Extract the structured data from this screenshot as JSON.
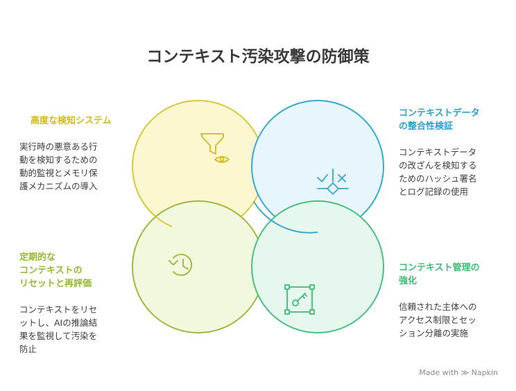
{
  "title": "コンテキスト汚染攻撃の防御策",
  "colors": {
    "yellow_stroke": "#d9c93a",
    "yellow_fill": "#fcf6d1",
    "blue_stroke": "#35a8d6",
    "blue_fill": "#e7f6fd",
    "lime_stroke": "#9abb3c",
    "lime_fill": "#f2f8dd",
    "green_stroke": "#47c07f",
    "green_fill": "#e6f8ee"
  },
  "sections": {
    "top_left": {
      "heading": "高度な検知システム",
      "body": "実行時の悪意ある行\n動を検知するための\n動的監視とメモリ保\n護メカニズムの導入",
      "color": "#d4ba16",
      "icon": "funnel-eye-icon"
    },
    "top_right": {
      "heading": "コンテキストデータ\nの整合性検証",
      "body": "コンテキストデータ\nの改ざんを検知する\nためのハッシュ署名\nとログ記録の使用",
      "color": "#2a9fd0",
      "icon": "check-cross-decision-icon"
    },
    "bottom_left": {
      "heading": "定期的な\nコンテキストの\nリセットと再評価",
      "body": "コンテキストをリセ\nットし、AIの推論結\n果を監視して汚染を\n防止",
      "color": "#94b82e",
      "icon": "history-clock-icon"
    },
    "bottom_right": {
      "heading": "コンテキスト管理の\n強化",
      "body": "信頼された主体への\nアクセス制限とセッ\nション分離の実施",
      "color": "#3dba74",
      "icon": "key-frame-icon"
    }
  },
  "footer": {
    "made_with": "Made with",
    "brand": "Napkin"
  }
}
